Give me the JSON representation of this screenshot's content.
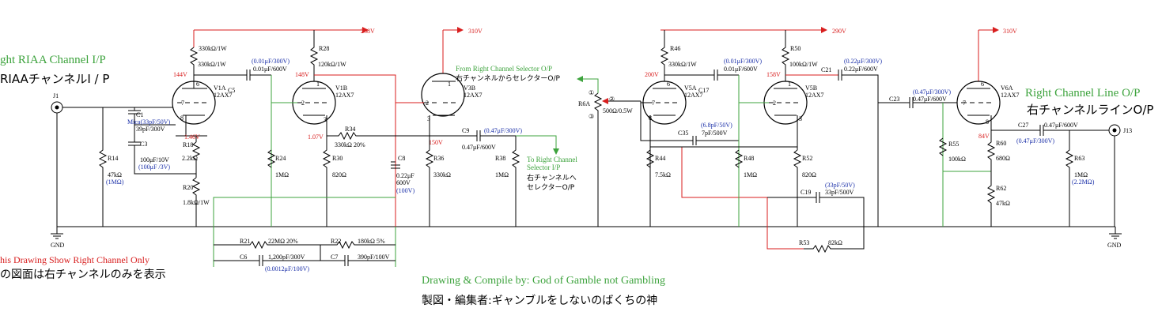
{
  "title": {
    "en": "ght RIAA Channel I/P",
    "jp": "RIAAチャンネルI / P"
  },
  "note": {
    "en": "his Drawing Show Right Channel Only",
    "jp": "の図面は右チャンネルのみを表示"
  },
  "credit": {
    "en": "Drawing & Compile by: God of Gamble not Gambling",
    "jp": "製図・編集者:ギャンブルをしないのばくちの神"
  },
  "output": {
    "en": "Right Channel Line O/P",
    "jp": "右チャンネルラインO/P"
  },
  "from_selector": {
    "en": "From Right Channel Selector O/P",
    "jp": "右チャンネルからセレクターO/P"
  },
  "to_selector": {
    "en1": "To Right Channel",
    "en2": "Selector I/P",
    "jp1": "右チャンネルへ",
    "jp2": "セレクターO/P"
  },
  "rails": [
    "268V",
    "310V",
    "290V",
    "310V"
  ],
  "voltages": [
    "144V",
    "1.46V",
    "148V",
    "1.07V",
    "150V",
    "200V",
    "158V",
    "84V"
  ],
  "ground": "GND",
  "connectors": [
    "J1",
    "J13"
  ],
  "tubes": [
    {
      "ref": "V1A",
      "type": "12AX7"
    },
    {
      "ref": "V1B",
      "type": "12AX7"
    },
    {
      "ref": "V3B",
      "type": "12AX7"
    },
    {
      "ref": "V5A",
      "type": "12AX7"
    },
    {
      "ref": "V5B",
      "type": "12AX7"
    },
    {
      "ref": "V6A",
      "type": "12AX7"
    }
  ],
  "pins": [
    "7",
    "6",
    "8",
    "2",
    "1",
    "3"
  ],
  "pot": {
    "ref": "R6A",
    "value": "500Ω/0.5W",
    "pins": [
      "①",
      "②",
      "③"
    ]
  },
  "components": {
    "R16": "330kΩ/1W",
    "R28": "120kΩ/1W",
    "R46": "330kΩ/1W",
    "R50": "100kΩ/1W",
    "C5_ref": "C5",
    "C5_alt": "(0.01μF/300V)",
    "C5_val": "0.01μF/600V",
    "C17_ref": "C17",
    "C17_alt": "(0.01μF/300V)",
    "C17_val": "0.01μF/600V",
    "C21_ref": "C21",
    "C21_alt": "(0.22μF/300V)",
    "C21_val": "0.22μF/600V",
    "C1_ref": "C1",
    "C1_alt": "(33pF/50V)",
    "C1_type": "Mica",
    "C1_val": "39pF/300V",
    "C3_ref": "C3",
    "C3_val": "100μF/10V",
    "C3_alt": "(100μF /3V)",
    "R18_ref": "R18",
    "R18_val": "2.2kΩ",
    "R20_ref": "R20",
    "R20_val": "1.8kΩ/1W",
    "R14_ref": "R14",
    "R14_val": "47kΩ",
    "R14_alt": "(1MΩ)",
    "R24_ref": "R24",
    "R24_val": "1MΩ",
    "R30_ref": "R30",
    "R30_val": "820Ω",
    "R34_ref": "R34",
    "R34_val": "330kΩ 20%",
    "C8_ref": "C8",
    "C8_val1": "0.22μF",
    "C8_val2": "600V",
    "C8_alt": "(100V)",
    "R36_ref": "R36",
    "R36_val": "330kΩ",
    "C9_ref": "C9",
    "C9_alt": "(0.47μF/300V)",
    "C9_val": "0.47μF/600V",
    "R38_ref": "R38",
    "R38_val": "1MΩ",
    "C35_ref": "C35",
    "C35_alt": "(6.8pF/50V)",
    "C35_val": "7pF/500V",
    "R44_ref": "R44",
    "R44_val": "7.5kΩ",
    "R48_ref": "R48",
    "R48_val": "1MΩ",
    "R52_ref": "R52",
    "R52_val": "820Ω",
    "C19_ref": "C19",
    "C19_alt": "(33pF/50V)",
    "C19_val": "33pF/500V",
    "R53_ref": "R53",
    "R53_val": "82kΩ",
    "C23_ref": "C23",
    "C23_alt": "(0.47μF/300V)",
    "C23_val": "0.47μF/600V",
    "R55_ref": "R55",
    "R55_val": "100kΩ",
    "R60_ref": "R60",
    "R60_val": "680Ω",
    "R62_ref": "R62",
    "R62_val": "47kΩ",
    "C27_ref": "C27",
    "C27_val": "0.47μF/600V",
    "C27_alt": "(0.47μF/300V)",
    "R63_ref": "R63",
    "R63_val": "1MΩ",
    "R63_alt": "(2.2MΩ)",
    "R21_ref": "R21",
    "R21_val": "22MΩ 20%",
    "R22_ref": "R22",
    "R22_val": "180kΩ 5%",
    "C6_ref": "C6",
    "C6_val": "1,200pF/300V",
    "C6_alt": "(0.0012μF/100V)",
    "C7_ref": "C7",
    "C7_val": "390pF/100V"
  },
  "colors": {
    "wire": "#000000",
    "hv": "#d81e1e",
    "signal": "#3da33d",
    "alt": "#1a2fa8"
  }
}
